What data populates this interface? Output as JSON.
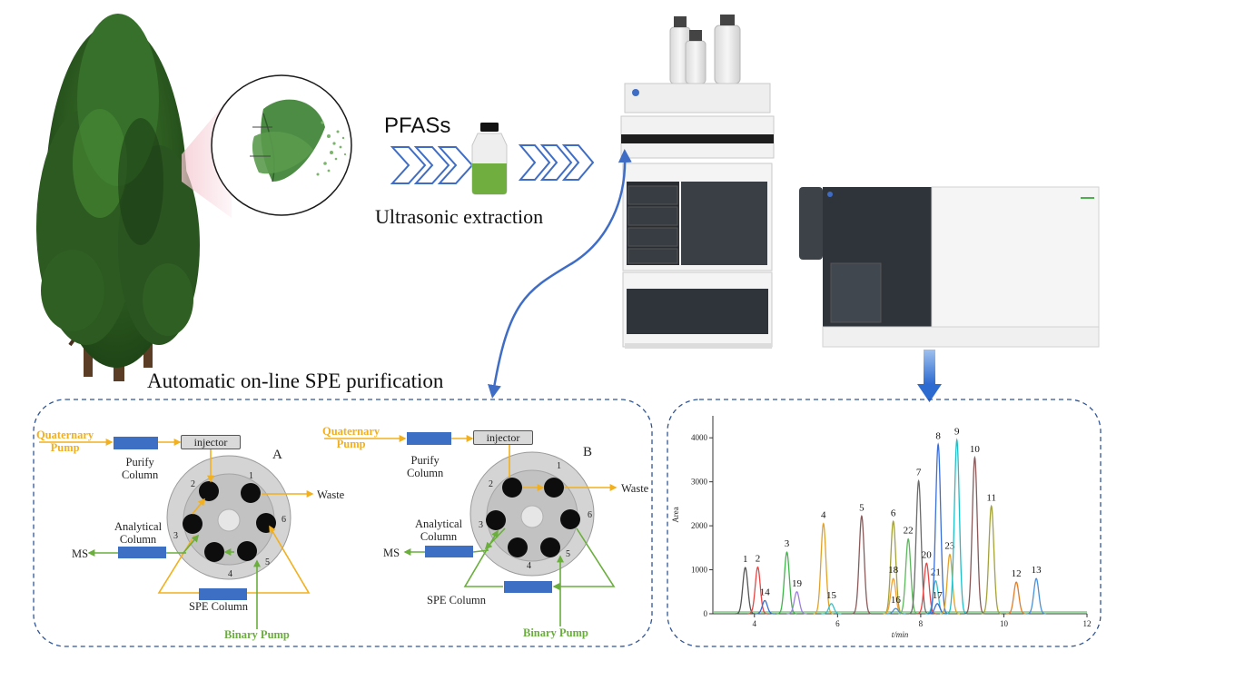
{
  "extraction": {
    "pfas_label": "PFASs",
    "ultrasonic_label": "Ultrasonic extraction"
  },
  "spe": {
    "title": "Automatic on-line SPE purification",
    "panels": [
      {
        "letter": "A",
        "quaternary_pump": "Quaternary\nPump",
        "quaternary_line1": "Quaternary",
        "quaternary_line2": "Pump",
        "injector": "injector",
        "purify_line1": "Purify",
        "purify_line2": "Column",
        "analytical_line1": "Analytical",
        "analytical_line2": "Column",
        "ms": "MS",
        "waste": "Waste",
        "spe_column": "SPE Column",
        "binary_pump": "Binary Pump",
        "ports": [
          "1",
          "2",
          "3",
          "4",
          "5",
          "6"
        ]
      },
      {
        "letter": "B",
        "quaternary_line1": "Quaternary",
        "quaternary_line2": "Pump",
        "injector": "injector",
        "purify_line1": "Purify",
        "purify_line2": "Column",
        "analytical_line1": "Analytical",
        "analytical_line2": "Column",
        "ms": "MS",
        "waste": "Waste",
        "spe_column": "SPE Column",
        "binary_pump": "Binary Pump",
        "ports": [
          "1",
          "2",
          "3",
          "4",
          "5",
          "6"
        ]
      }
    ]
  },
  "colors": {
    "quaternary": "#f2b01e",
    "binary": "#6aae3c",
    "column": "#3d6fc4",
    "arrow_blue": "#3f6dc5",
    "dashed_border": "#2f5597",
    "bottle_liquid": "#6fae3f"
  },
  "chart_data": {
    "type": "line",
    "xlabel": "t/min",
    "ylabel": "Area",
    "xlim": [
      3,
      12
    ],
    "ylim": [
      0,
      4500
    ],
    "x_ticks": [
      4,
      6,
      8,
      10,
      12
    ],
    "y_ticks": [
      0,
      1000,
      2000,
      3000,
      4000
    ],
    "peaks": [
      {
        "label": "1",
        "t": 3.78,
        "h": 1050,
        "color": "#555555"
      },
      {
        "label": "2",
        "t": 4.08,
        "h": 1060,
        "color": "#e84545"
      },
      {
        "label": "14",
        "t": 4.25,
        "h": 300,
        "color": "#3a6fd8"
      },
      {
        "label": "3",
        "t": 4.78,
        "h": 1400,
        "color": "#3fb54a"
      },
      {
        "label": "19",
        "t": 5.02,
        "h": 500,
        "color": "#9b7fe0"
      },
      {
        "label": "4",
        "t": 5.66,
        "h": 2050,
        "color": "#e0a22b"
      },
      {
        "label": "15",
        "t": 5.85,
        "h": 230,
        "color": "#37c0c8"
      },
      {
        "label": "5",
        "t": 6.58,
        "h": 2220,
        "color": "#8a5a5a"
      },
      {
        "label": "6",
        "t": 7.34,
        "h": 2100,
        "color": "#a3a23a"
      },
      {
        "label": "18",
        "t": 7.34,
        "h": 800,
        "color": "#f2a13a"
      },
      {
        "label": "16",
        "t": 7.4,
        "h": 120,
        "color": "#4a90d9"
      },
      {
        "label": "22",
        "t": 7.7,
        "h": 1700,
        "color": "#5cb85c"
      },
      {
        "label": "7",
        "t": 7.95,
        "h": 3020,
        "color": "#6b6b6b"
      },
      {
        "label": "20",
        "t": 8.14,
        "h": 1150,
        "color": "#e84545"
      },
      {
        "label": "21",
        "t": 8.36,
        "h": 750,
        "color": "#37c0c8"
      },
      {
        "label": "17",
        "t": 8.4,
        "h": 230,
        "color": "#3a6fd8"
      },
      {
        "label": "8",
        "t": 8.42,
        "h": 3850,
        "color": "#3a6fd8"
      },
      {
        "label": "23",
        "t": 8.7,
        "h": 1350,
        "color": "#e0a22b"
      },
      {
        "label": "9",
        "t": 8.87,
        "h": 3950,
        "color": "#20bfc8"
      },
      {
        "label": "10",
        "t": 9.3,
        "h": 3550,
        "color": "#8a5a5a"
      },
      {
        "label": "11",
        "t": 9.7,
        "h": 2450,
        "color": "#a3a23a"
      },
      {
        "label": "12",
        "t": 10.3,
        "h": 720,
        "color": "#e07d2b"
      },
      {
        "label": "13",
        "t": 10.78,
        "h": 800,
        "color": "#4a90d9"
      }
    ]
  }
}
